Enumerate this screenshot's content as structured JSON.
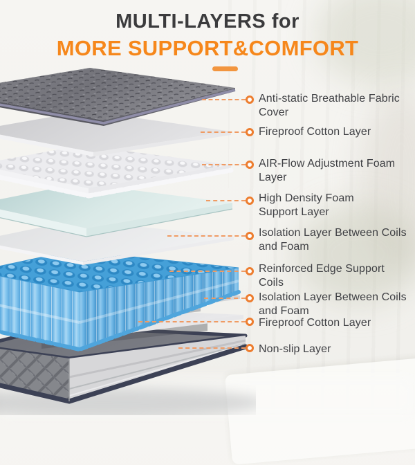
{
  "title": {
    "line1": "MULTI-LAYERS for",
    "line2": "MORE SUPPORT&COMFORT"
  },
  "diagram": {
    "type": "exploded mattress layers",
    "labels": [
      {
        "text": "Anti-static Breathable Fabric\nCover",
        "layer": "fabric-cover"
      },
      {
        "text": "Fireproof Cotton Layer",
        "layer": "fireproof-cotton-top"
      },
      {
        "text": "AIR-Flow Adjustment Foam\nLayer",
        "layer": "airflow-foam"
      },
      {
        "text": "High Density Foam\nSupport Layer",
        "layer": "high-density-foam"
      },
      {
        "text": "Isolation Layer Between Coils\nand Foam",
        "layer": "isolation-layer-top"
      },
      {
        "text": "Reinforced Edge Support\nCoils",
        "layer": "pocket-coils"
      },
      {
        "text": "Isolation Layer Between Coils\nand Foam",
        "layer": "isolation-layer-bottom"
      },
      {
        "text": "Fireproof Cotton Layer",
        "layer": "fireproof-cotton-bottom"
      },
      {
        "text": "Non-slip Layer",
        "layer": "non-slip-base"
      }
    ]
  },
  "colors": {
    "accent_orange": "#F6871B",
    "underline_orange": "#F2953F",
    "leader_orange": "#F09B63",
    "bullet_orange": "#ED7D2F",
    "text_dark": "#3B3B3D",
    "label_text": "#3F4044",
    "fabric_gray": "#7A7A80",
    "binding_purple": "#8F8DA8",
    "foam_teal": "#CFE4E1",
    "coil_blue": "#7FC2EE",
    "coil_top_blue": "#3D9AD2",
    "base_gray": "#85878C",
    "base_binding_navy": "#3C4155"
  }
}
